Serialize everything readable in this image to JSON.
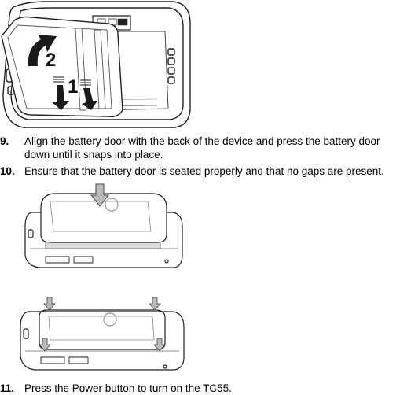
{
  "figure1": {
    "callouts": [
      "2",
      "1"
    ]
  },
  "steps": [
    {
      "number": "9.",
      "line1": "Align the battery door with the back of the device and press the battery door",
      "line2": "down until it snaps into place."
    },
    {
      "number": "10.",
      "line1": "Ensure that the battery door is seated properly and that no gaps are present."
    },
    {
      "number": "11.",
      "line1": "Press the Power button to turn on the TC55."
    }
  ]
}
